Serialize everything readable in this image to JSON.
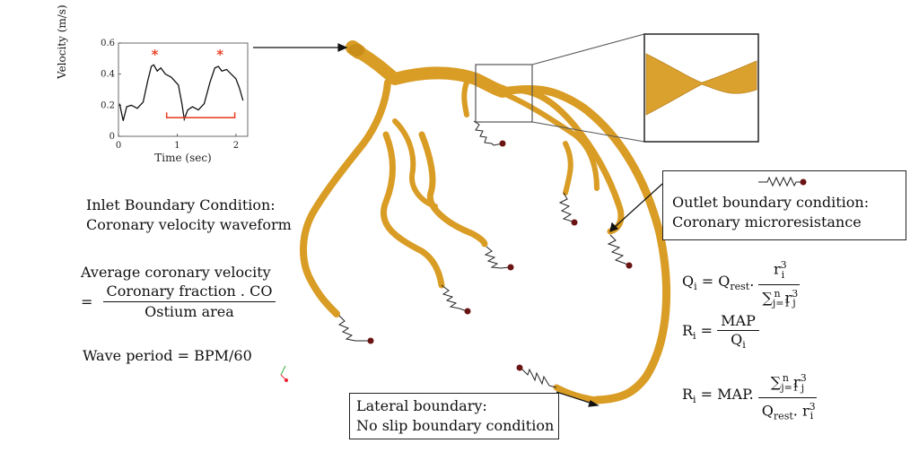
{
  "chart": {
    "ylabel": "Velocity (m/s)",
    "xlabel": "Time (sec)",
    "yticks": [
      "0",
      "0.2",
      "0.4",
      "0.6"
    ],
    "xticks": [
      "0",
      "1",
      "2"
    ],
    "peak_marker": "*"
  },
  "chart_data": {
    "type": "line",
    "xlabel": "Time (sec)",
    "ylabel": "Velocity (m/s)",
    "xlim": [
      0,
      2.2
    ],
    "ylim": [
      0,
      0.6
    ],
    "series": [
      {
        "x": [
          0.02,
          0.08,
          0.14,
          0.22,
          0.32,
          0.42,
          0.5,
          0.56,
          0.6,
          0.66,
          0.72,
          0.8,
          0.9,
          1.02,
          1.08,
          1.12,
          1.18,
          1.26,
          1.36,
          1.46,
          1.56,
          1.64,
          1.7,
          1.76,
          1.84,
          1.92,
          2.0,
          2.06,
          2.12
        ],
        "y": [
          0.21,
          0.1,
          0.19,
          0.2,
          0.18,
          0.22,
          0.36,
          0.45,
          0.46,
          0.42,
          0.44,
          0.4,
          0.38,
          0.33,
          0.21,
          0.11,
          0.17,
          0.19,
          0.17,
          0.21,
          0.35,
          0.44,
          0.45,
          0.42,
          0.43,
          0.4,
          0.37,
          0.31,
          0.23
        ]
      }
    ],
    "annotations": [
      {
        "text": "*",
        "x": 0.62,
        "y": 0.53
      },
      {
        "text": "*",
        "x": 1.73,
        "y": 0.53
      }
    ],
    "bracket": {
      "x_start": 0.82,
      "x_end": 1.98,
      "y": 0.12
    }
  },
  "labels": {
    "inlet_title": "Inlet Boundary Condition:",
    "inlet_sub": "Coronary velocity waveform",
    "avg_lhs": "Average coronary velocity",
    "avg_eq": "=",
    "avg_num": "Coronary fraction . CO",
    "avg_den": "Ostium area",
    "wave": "Wave period = BPM/60",
    "outlet_title": "Outlet boundary condition:",
    "outlet_sub": "Coronary microresistance",
    "lateral_title": "Lateral boundary:",
    "lateral_sub": "No slip boundary condition"
  },
  "equations": {
    "q_lhs": "Q",
    "q_lhs_sub": "i",
    "q_eq": " = Q",
    "q_rest_sub": "rest",
    "dot": ".",
    "r": "r",
    "i": "i",
    "j": "j",
    "three": "3",
    "sum": "∑",
    "sum_sub": "j=1",
    "sum_sup": "n",
    "r_lhs": "R",
    "eq": " = ",
    "map": "MAP",
    "map_dot": "MAP."
  },
  "colors": {
    "vessel": "#e0a128",
    "vessel_edge": "#b87d14",
    "spring": "#222222",
    "terminal": "#5a1010",
    "marker": "#e8462b"
  }
}
